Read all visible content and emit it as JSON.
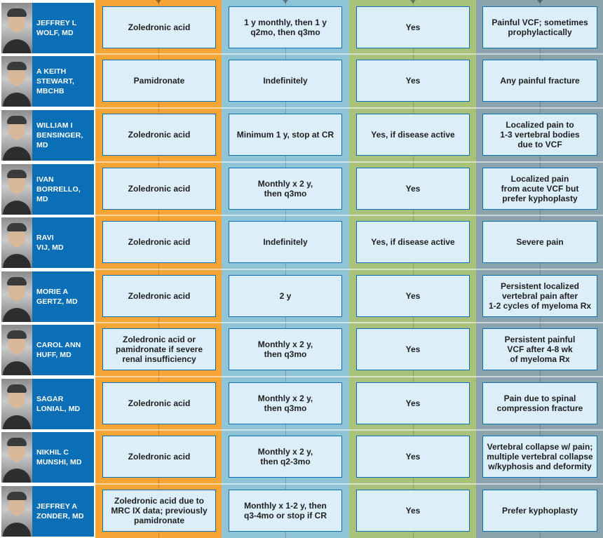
{
  "colors": {
    "col1": "#f5a436",
    "col2": "#8fc4d6",
    "col3": "#a8c27a",
    "col4": "#8aa3ac",
    "name_band": "#0a6fb6",
    "box_fill": "#dceefa"
  },
  "rows": [
    {
      "doctor": "JEFFREY L\nWOLF, MD",
      "agent": "Zoledronic acid",
      "duration": "1 y monthly, then 1 y\nq2mo, then q3mo",
      "answer": "Yes",
      "indication": "Painful VCF; sometimes\nprophylactically"
    },
    {
      "doctor": "A KEITH\nSTEWART,\nMBCHB",
      "agent": "Pamidronate",
      "duration": "Indefinitely",
      "answer": "Yes",
      "indication": "Any painful fracture"
    },
    {
      "doctor": "WILLIAM I\nBENSINGER,\nMD",
      "agent": "Zoledronic acid",
      "duration": "Minimum 1 y, stop at CR",
      "answer": "Yes, if disease active",
      "indication": "Localized pain to\n1-3 vertebral bodies\ndue to VCF"
    },
    {
      "doctor": "IVAN\nBORRELLO, MD",
      "agent": "Zoledronic acid",
      "duration": "Monthly x 2 y,\nthen q3mo",
      "answer": "Yes",
      "indication": "Localized pain\nfrom acute VCF but\nprefer kyphoplasty"
    },
    {
      "doctor": "RAVI\nVIJ, MD",
      "agent": "Zoledronic acid",
      "duration": "Indefinitely",
      "answer": "Yes, if disease active",
      "indication": "Severe pain"
    },
    {
      "doctor": "MORIE A\nGERTZ, MD",
      "agent": "Zoledronic acid",
      "duration": "2 y",
      "answer": "Yes",
      "indication": "Persistent localized\nvertebral pain after\n1-2 cycles of myeloma Rx"
    },
    {
      "doctor": "CAROL ANN\nHUFF, MD",
      "agent": "Zoledronic acid or\npamidronate if severe\nrenal insufficiency",
      "duration": "Monthly x 2 y,\nthen q3mo",
      "answer": "Yes",
      "indication": "Persistent painful\nVCF after 4-8 wk\nof myeloma Rx"
    },
    {
      "doctor": "SAGAR\nLONIAL, MD",
      "agent": "Zoledronic acid",
      "duration": "Monthly x 2 y,\nthen q3mo",
      "answer": "Yes",
      "indication": "Pain due to spinal\ncompression fracture"
    },
    {
      "doctor": "NIKHIL C\nMUNSHI, MD",
      "agent": "Zoledronic acid",
      "duration": "Monthly x 2 y,\nthen q2-3mo",
      "answer": "Yes",
      "indication": "Vertebral collapse w/ pain;\nmultiple vertebral collapse\nw/kyphosis and deformity"
    },
    {
      "doctor": "JEFFREY A\nZONDER, MD",
      "agent": "Zoledronic acid due to\nMRC IX data; previously\npamidronate",
      "duration": "Monthly x 1-2 y, then\nq3-4mo or stop if CR",
      "answer": "Yes",
      "indication": "Prefer kyphoplasty"
    }
  ]
}
